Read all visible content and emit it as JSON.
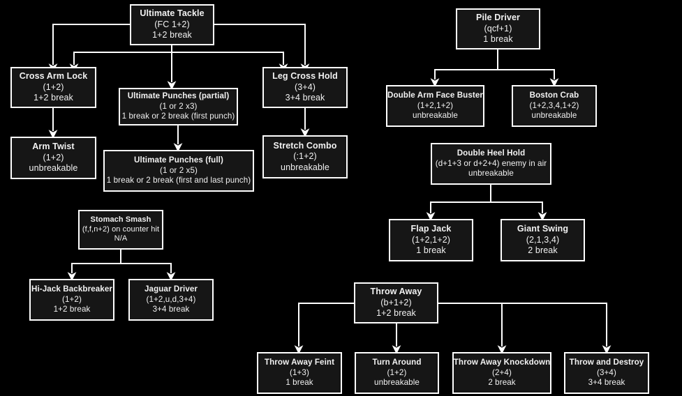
{
  "meta": {
    "background_color": "#000000",
    "node_fill": "#161616",
    "node_border": "#ffffff",
    "text_color": "#f2f2f2",
    "connector_color": "#ffffff"
  },
  "nodes": {
    "ultimate_tackle": {
      "title": "Ultimate Tackle",
      "input": "(FC 1+2)",
      "break": "1+2 break"
    },
    "cross_arm_lock": {
      "title": "Cross Arm Lock",
      "input": "(1+2)",
      "break": "1+2 break"
    },
    "arm_twist": {
      "title": "Arm Twist",
      "input": "(1+2)",
      "break": "unbreakable"
    },
    "ultimate_punches_partial": {
      "title": "Ultimate Punches (partial)",
      "input": "(1 or 2 x3)",
      "break": "1 break or 2 break (first punch)"
    },
    "ultimate_punches_full": {
      "title": "Ultimate Punches (full)",
      "input": "(1 or 2 x5)",
      "break": "1 break or 2 break (first and last punch)"
    },
    "leg_cross_hold": {
      "title": "Leg Cross Hold",
      "input": "(3+4)",
      "break": "3+4 break"
    },
    "stretch_combo": {
      "title": "Stretch Combo",
      "input": "(:1+2)",
      "break": "unbreakable"
    },
    "stomach_smash": {
      "title": "Stomach Smash",
      "input": "(f,f,n+2) on counter hit",
      "break": "N/A"
    },
    "hi_jack_backbreaker": {
      "title": "Hi-Jack Backbreaker",
      "input": "(1+2)",
      "break": "1+2 break"
    },
    "jaguar_driver": {
      "title": "Jaguar Driver",
      "input": "(1+2,u,d,3+4)",
      "break": "3+4 break"
    },
    "pile_driver": {
      "title": "Pile Driver",
      "input": "(qcf+1)",
      "break": "1 break"
    },
    "double_arm_face_buster": {
      "title": "Double Arm Face Buster",
      "input": "(1+2,1+2)",
      "break": "unbreakable"
    },
    "boston_crab": {
      "title": "Boston Crab",
      "input": "(1+2,3,4,1+2)",
      "break": "unbreakable"
    },
    "double_heel_hold": {
      "title": "Double Heel Hold",
      "input": "(d+1+3 or d+2+4) enemy in air",
      "break": "unbreakable"
    },
    "flap_jack": {
      "title": "Flap Jack",
      "input": "(1+2,1+2)",
      "break": "1 break"
    },
    "giant_swing": {
      "title": "Giant Swing",
      "input": "(2,1,3,4)",
      "break": "2 break"
    },
    "throw_away": {
      "title": "Throw Away",
      "input": "(b+1+2)",
      "break": "1+2 break"
    },
    "throw_away_feint": {
      "title": "Throw Away Feint",
      "input": "(1+3)",
      "break": "1 break"
    },
    "turn_around": {
      "title": "Turn Around",
      "input": "(1+2)",
      "break": "unbreakable"
    },
    "throw_away_knockdown": {
      "title": "Throw Away Knockdown",
      "input": "(2+4)",
      "break": "2 break"
    },
    "throw_and_destroy": {
      "title": "Throw and Destroy",
      "input": "(3+4)",
      "break": "3+4 break"
    }
  }
}
